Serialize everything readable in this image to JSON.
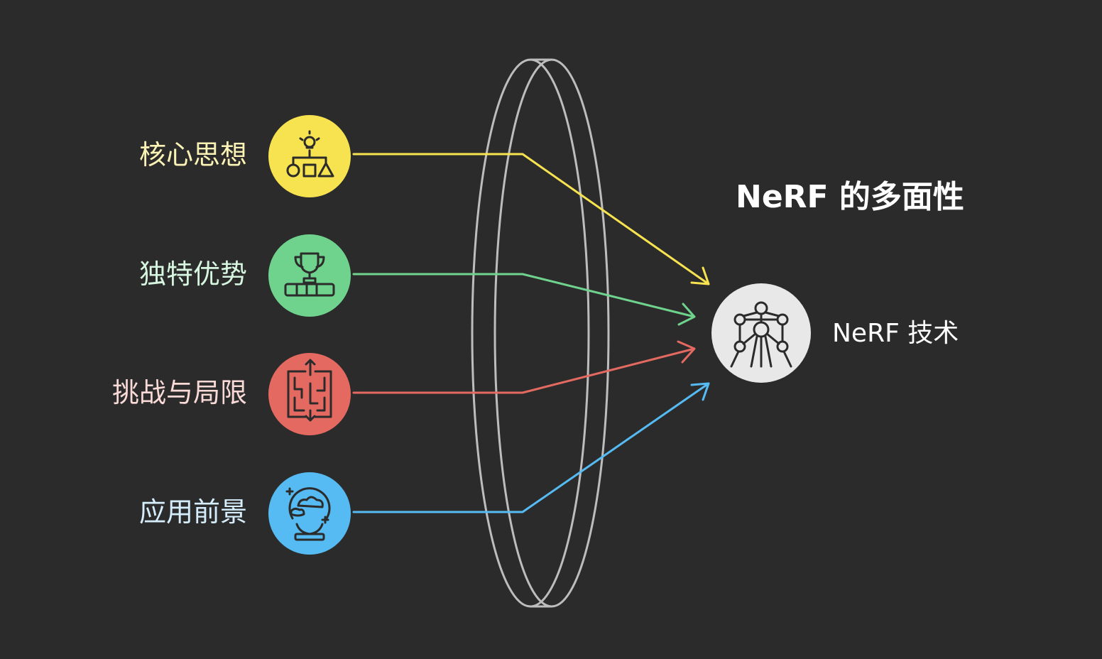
{
  "title": "NeRF 的多面性",
  "target": {
    "label": "NeRF 技术",
    "icon": "atomium-icon",
    "color": "#e8e8e8"
  },
  "inputs": [
    {
      "label": "核心思想",
      "icon": "idea-flow-icon",
      "color": "#f7e34f",
      "text_color": "#fbf3b5"
    },
    {
      "label": "独特优势",
      "icon": "trophy-icon",
      "color": "#6fd38e",
      "text_color": "#d6f6e0"
    },
    {
      "label": "挑战与局限",
      "icon": "maze-icon",
      "color": "#e46a61",
      "text_color": "#f9dad7"
    },
    {
      "label": "应用前景",
      "icon": "crystal-ball-icon",
      "color": "#56bbf2",
      "text_color": "#d6eefc"
    }
  ],
  "lens": {
    "color": "#bdbdbd"
  }
}
